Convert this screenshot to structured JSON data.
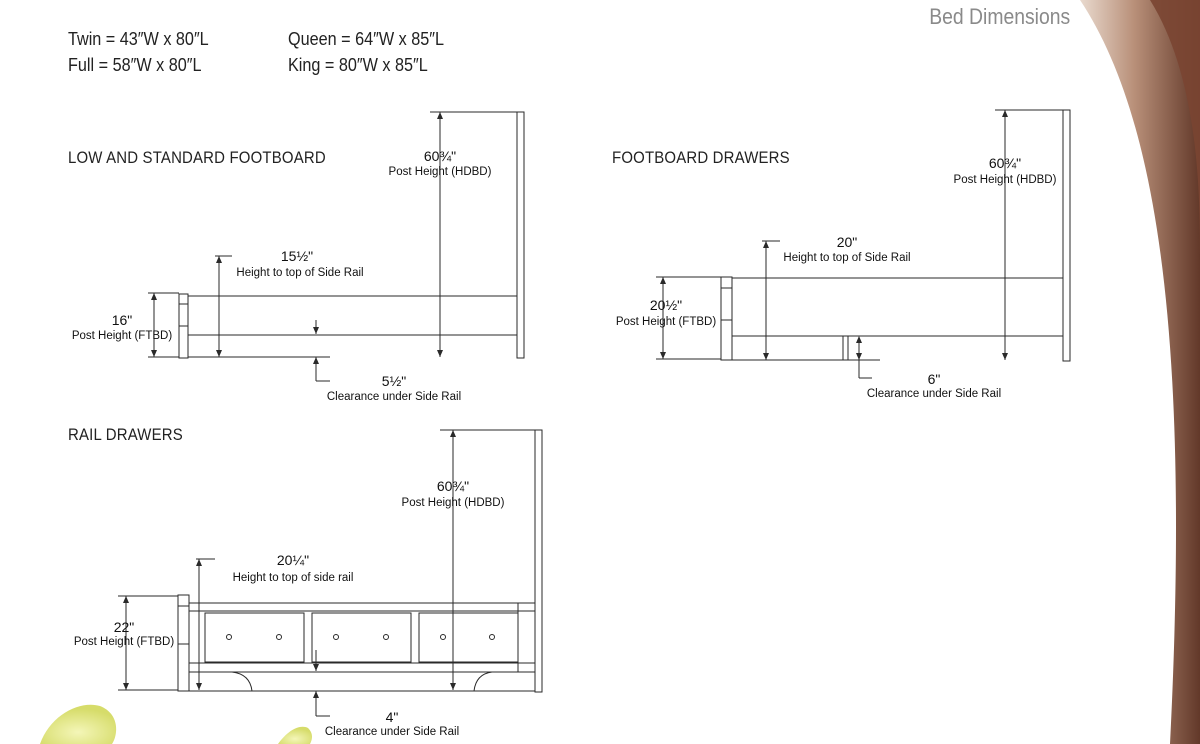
{
  "page": {
    "title": "Bed Dimensions"
  },
  "sizes": {
    "twin": "Twin = 43″W x 80″L",
    "full": "Full = 58″W x 80″L",
    "queen": "Queen = 64″W x 85″L",
    "king": "King = 80″W x 85″L"
  },
  "low_standard": {
    "title": "LOW AND STANDARD FOOTBOARD",
    "hdbd_value": "60¾\"",
    "hdbd_label": "Post Height (HDBD)",
    "rail_value": "15½\"",
    "rail_label": "Height to top of Side Rail",
    "ftbd_value": "16\"",
    "ftbd_label": "Post Height (FTBD)",
    "clearance_value": "5½\"",
    "clearance_label": "Clearance under Side Rail"
  },
  "footboard_drawers": {
    "title": "FOOTBOARD DRAWERS",
    "hdbd_value": "60¾\"",
    "hdbd_label": "Post Height (HDBD)",
    "rail_value": "20\"",
    "rail_label": "Height to top of Side Rail",
    "ftbd_value": "20½\"",
    "ftbd_label": "Post Height (FTBD)",
    "clearance_value": "6\"",
    "clearance_label": "Clearance under Side Rail"
  },
  "rail_drawers": {
    "title": "RAIL DRAWERS",
    "hdbd_value": "60¾\"",
    "hdbd_label": "Post Height (HDBD)",
    "rail_value": "20¼\"",
    "rail_label": "Height to top of side rail",
    "ftbd_value": "22\"",
    "ftbd_label": "Post Height (FTBD)",
    "clearance_value": "4\"",
    "clearance_label": "Clearance under Side Rail"
  },
  "colors": {
    "line": "#2a2a2a",
    "title_gray": "#8a8a8a",
    "swoosh_dark": "#5a2e1e",
    "swoosh_mid": "#b58a72",
    "swoosh_light": "#e8d8cc",
    "flower_yellow": "#e4e88a"
  }
}
